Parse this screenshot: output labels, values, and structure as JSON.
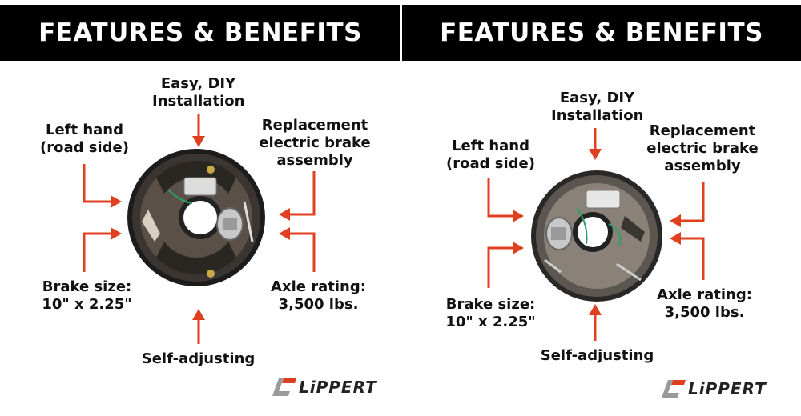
{
  "panels": [
    {
      "banner": "FEATURES & BENEFITS",
      "labels": {
        "install": [
          "Easy, DIY",
          "Installation"
        ],
        "hand": [
          "Left hand",
          "(road side)"
        ],
        "replacement": [
          "Replacement",
          "electric brake",
          "assembly"
        ],
        "size": [
          "Brake size:",
          "10\" x 2.25\""
        ],
        "rating": [
          "Axle rating:",
          "3,500 lbs."
        ],
        "adjust": "Self-adjusting"
      },
      "logo": "LiPPERT"
    },
    {
      "banner": "FEATURES & BENEFITS",
      "labels": {
        "install": [
          "Easy, DIY",
          "Installation"
        ],
        "hand": [
          "Left hand",
          "(road side)"
        ],
        "replacement": [
          "Replacement",
          "electric brake",
          "assembly"
        ],
        "size": [
          "Brake size:",
          "10\" x 2.25\""
        ],
        "rating": [
          "Axle rating:",
          "3,500 lbs."
        ],
        "adjust": "Self-adjusting"
      },
      "logo": "LiPPERT"
    }
  ],
  "colors": {
    "arrow": "#e0401f",
    "banner": "#000000",
    "logo_accent": "#e0401f",
    "logo_gray": "#9a9a9a"
  },
  "icons": {
    "logo_mark": "lippert-logo-icon",
    "arrow": "arrow-icon",
    "product": "brake-assembly-image"
  }
}
